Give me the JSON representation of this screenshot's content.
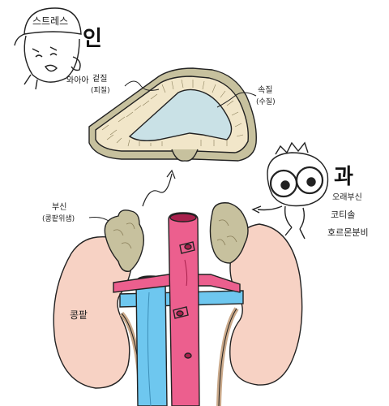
{
  "labels": {
    "cap": "스트레스",
    "in": "인",
    "wawa": "와아아",
    "cortex": "겉질",
    "cortex_paren": "(피질)",
    "medulla": "속질",
    "medulla_paren": "(수질)",
    "adrenal": "부신",
    "adrenal_paren": "(콩팥위샘)",
    "gwa": "과",
    "side_1": "오래부신",
    "side_2": "코티솔",
    "side_3": "호르몬분비",
    "kidney": "콩팥"
  },
  "colors": {
    "kidney": "#f7d2c4",
    "adrenal": "#c7c19e",
    "cortex": "#f1e6c9",
    "medulla": "#c9e1e6",
    "artery": "#ec5f8e",
    "vein": "#6ec7ef",
    "outline": "#222222"
  }
}
